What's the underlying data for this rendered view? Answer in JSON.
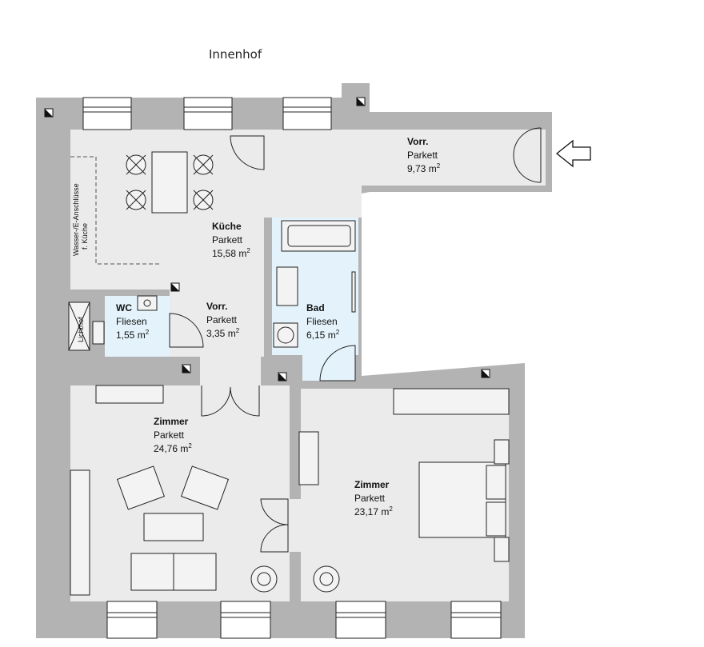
{
  "courtyard_label": "Innenhof",
  "side_labels": {
    "water_connections_line1": "Wasser-/E-Anschlüsse",
    "water_connections_line2": "f. Küche",
    "lightwell": "Lichthof"
  },
  "rooms": {
    "kitchen": {
      "name": "Küche",
      "floor": "Parkett",
      "area": "15,58 m",
      "unit_sup": "2"
    },
    "hall_entry": {
      "name": "Vorr.",
      "floor": "Parkett",
      "area": "9,73 m",
      "unit_sup": "2"
    },
    "hall_small": {
      "name": "Vorr.",
      "floor": "Parkett",
      "area": "3,35 m",
      "unit_sup": "2"
    },
    "wc": {
      "name": "WC",
      "floor": "Fliesen",
      "area": "1,55 m",
      "unit_sup": "2"
    },
    "bath": {
      "name": "Bad",
      "floor": "Fliesen",
      "area": "6,15 m",
      "unit_sup": "2"
    },
    "living": {
      "name": "Zimmer",
      "floor": "Parkett",
      "area": "24,76 m",
      "unit_sup": "2"
    },
    "bedroom": {
      "name": "Zimmer",
      "floor": "Parkett",
      "area": "23,17 m",
      "unit_sup": "2"
    }
  },
  "icons": {
    "entrance": "entrance-arrow-icon",
    "shaft": "ventilation-shaft-icon"
  },
  "colors": {
    "wall": "#b3b3b3",
    "floor": "#ebebeb",
    "tile": "#e4f3fb"
  }
}
